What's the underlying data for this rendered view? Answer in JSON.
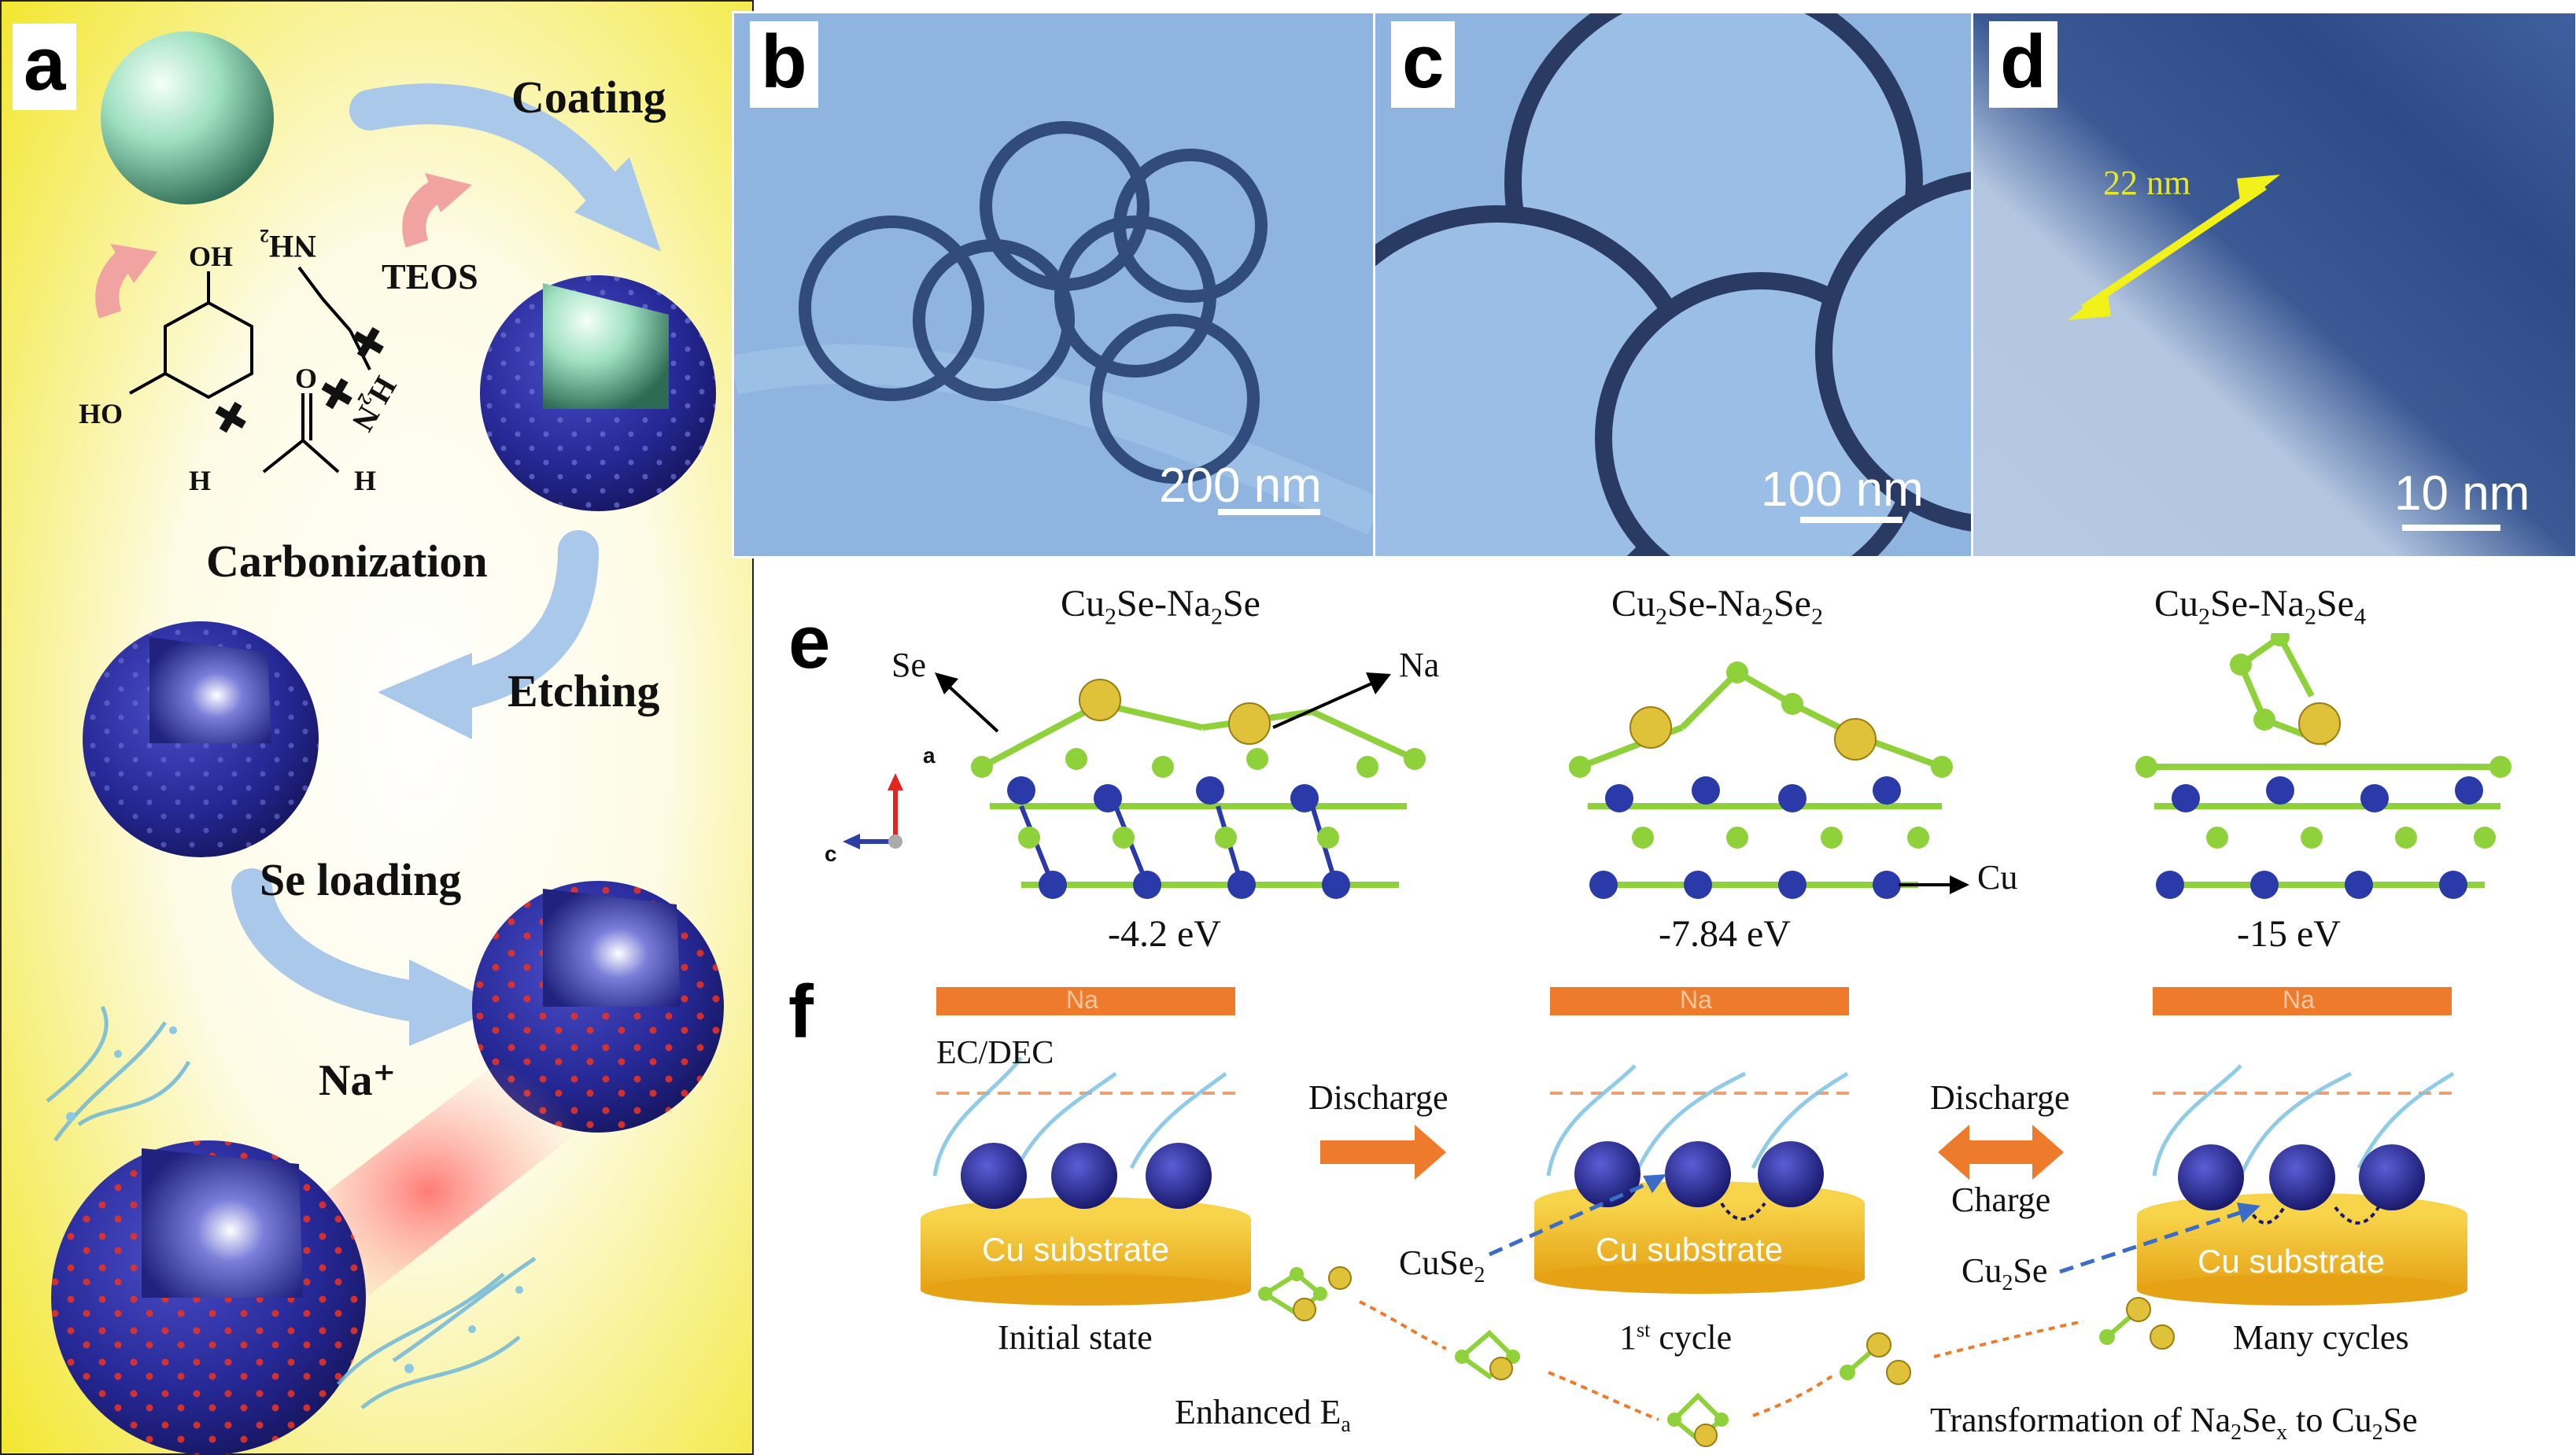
{
  "panels": {
    "a": {
      "letter": "a",
      "steps": {
        "coating": "Coating",
        "carbonization": "Carbonization",
        "etching": "Etching",
        "se_loading": "Se loading"
      },
      "reagents": {
        "teos": "TEOS",
        "oh": "OH",
        "ho": "HO",
        "h_left": "H",
        "h_right": "H",
        "o": "O",
        "nh2_top": "NH₂",
        "h2n": "H₂N",
        "plus": "✚"
      },
      "ion": "Na⁺"
    },
    "b": {
      "letter": "b",
      "scale_bar": "200 nm"
    },
    "c": {
      "letter": "c",
      "scale_bar": "100 nm"
    },
    "d": {
      "letter": "d",
      "scale_bar": "10 nm",
      "thickness": "22 nm"
    },
    "e": {
      "letter": "e",
      "axes": {
        "a": "a",
        "c": "c"
      },
      "structures": [
        {
          "title_main": "Cu",
          "title_sub1": "2",
          "title_mid": "Se-Na",
          "title_sub2": "2",
          "title_end": "Se",
          "energy": "-4.2 eV"
        },
        {
          "title_main": "Cu",
          "title_sub1": "2",
          "title_mid": "Se-Na",
          "title_sub2": "2",
          "title_end": "Se",
          "title_sub3": "2",
          "energy": "-7.84 eV"
        },
        {
          "title_main": "Cu",
          "title_sub1": "2",
          "title_mid": "Se-Na",
          "title_sub2": "2",
          "title_end": "Se",
          "title_sub3": "4",
          "energy": "-15 eV"
        }
      ],
      "atom_labels": {
        "se": "Se",
        "na": "Na",
        "cu": "Cu"
      }
    },
    "f": {
      "letter": "f",
      "electrode": "Na",
      "electrolyte": "EC/DEC",
      "substrate": "Cu substrate",
      "discharge1": "Discharge",
      "discharge2": "Discharge",
      "charge": "Charge",
      "states": [
        "Initial state",
        "cycle",
        "Many cycles"
      ],
      "first_cycle_prefix": "1",
      "first_cycle_sup": "st",
      "cuse2_main": "CuSe",
      "cuse2_sub": "2",
      "cu2se_main": "Cu",
      "cu2se_sub": "2",
      "cu2se_end": "Se",
      "enhanced_main": "Enhanced E",
      "enhanced_sub": "a",
      "transform_main": "Transformation of Na",
      "transform_sub1": "2",
      "transform_mid": "Se",
      "transform_sub2": "x",
      "transform_end": " to Cu",
      "transform_sub3": "2",
      "transform_tail": "Se"
    }
  },
  "colors": {
    "panel_a_bg_top": "#f3ea2a",
    "panel_a_bg_center": "#ffffff",
    "arrow_blue": "#a9c8ea",
    "arrow_pink": "#f0a3a0",
    "sphere_green": "#8fd9b6",
    "sphere_navy": "#22238c",
    "tem_blue": "#8fb4e0",
    "se_green": "#8fd13a",
    "cu_blue": "#2a3aa8",
    "na_gold": "#e0c23a",
    "orange": "#ee7a2c",
    "substrate_gold": "#f2b91e"
  }
}
